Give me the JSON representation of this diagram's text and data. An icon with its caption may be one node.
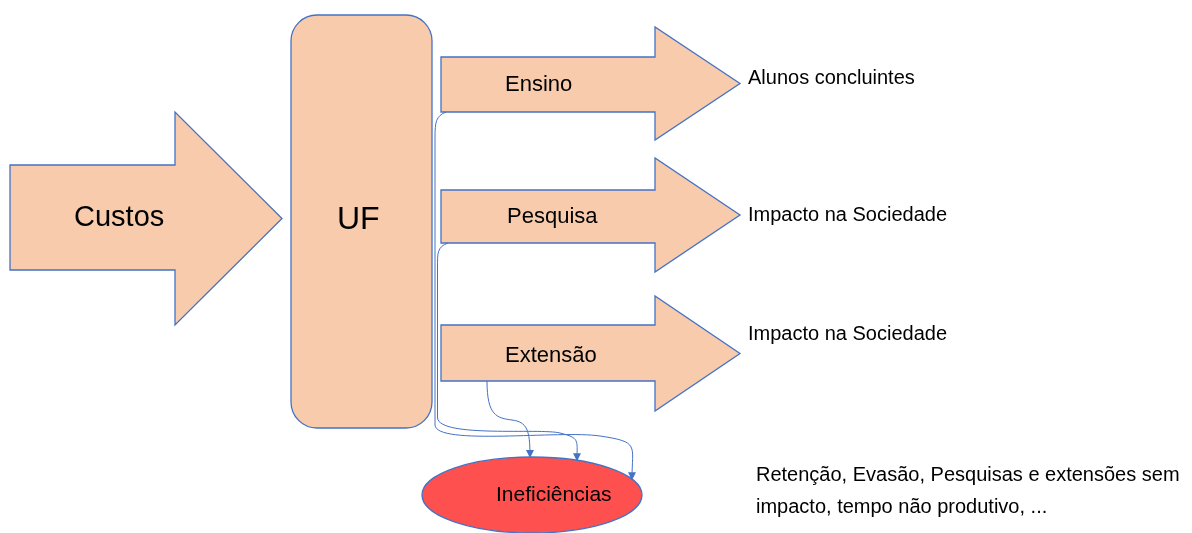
{
  "diagram": {
    "nodes": [
      {
        "text": [
          "Custos"
        ]
      },
      {
        "text": [
          "UF"
        ]
      },
      {
        "text": [
          "Ensino"
        ]
      },
      {
        "text": [
          "Pesquisa"
        ]
      },
      {
        "text": [
          "Extensão"
        ]
      },
      {
        "text": [
          "Alunos concluintes"
        ]
      },
      {
        "text": [
          "Impacto na Sociedade"
        ]
      },
      {
        "text": [
          "Impacto na Sociedade"
        ]
      },
      {
        "text": [
          "Ineficiências"
        ]
      }
    ],
    "labels": [
      "Retenção, Evasão, Pesquisas e extensões sem impacto, tempo não produtivo, ..."
    ],
    "edges": [
      {
        "from": 2,
        "to": 8,
        "arrow": "to"
      },
      {
        "from": 3,
        "to": 8,
        "arrow": "to"
      },
      {
        "from": 4,
        "to": 8,
        "arrow": "to"
      }
    ]
  }
}
